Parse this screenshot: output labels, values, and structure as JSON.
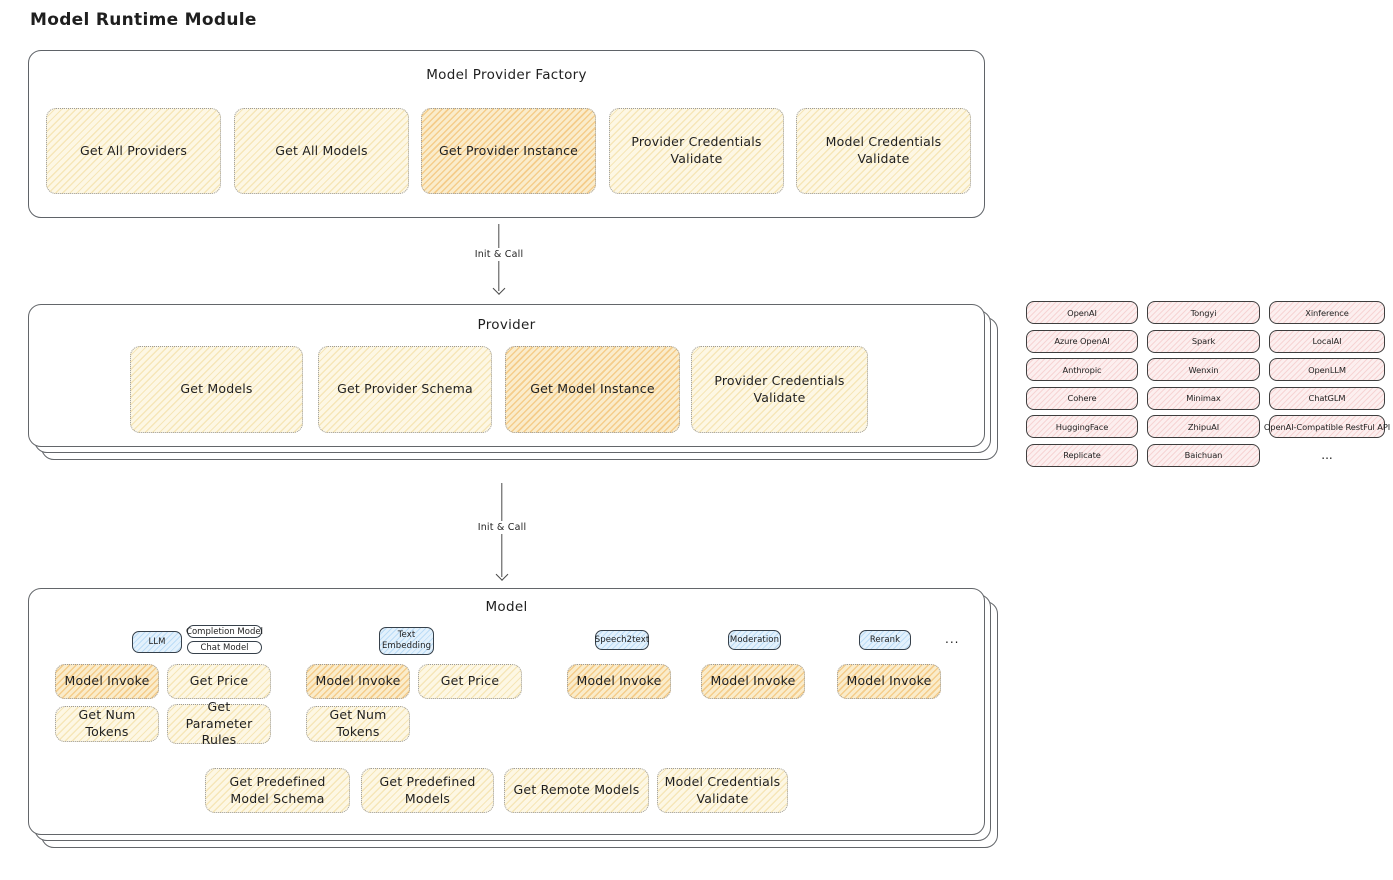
{
  "page_title": "Model Runtime Module",
  "factory": {
    "title": "Model Provider Factory",
    "items": [
      {
        "label": "Get All Providers",
        "highlight": false
      },
      {
        "label": "Get All Models",
        "highlight": false
      },
      {
        "label": "Get Provider Instance",
        "highlight": true
      },
      {
        "label": "Provider Credentials Validate",
        "highlight": false
      },
      {
        "label": "Model Credentials Validate",
        "highlight": false
      }
    ]
  },
  "arrow1": {
    "label": "Init & Call"
  },
  "arrow2": {
    "label": "Init & Call"
  },
  "provider": {
    "title": "Provider",
    "items": [
      {
        "label": "Get Models",
        "highlight": false
      },
      {
        "label": "Get Provider Schema",
        "highlight": false
      },
      {
        "label": "Get Model Instance",
        "highlight": true
      },
      {
        "label": "Provider Credentials Validate",
        "highlight": false
      }
    ]
  },
  "providers_list": {
    "items": [
      "OpenAI",
      "Tongyi",
      "Xinference",
      "Azure OpenAI",
      "Spark",
      "LocalAI",
      "Anthropic",
      "Wenxin",
      "OpenLLM",
      "Cohere",
      "Minimax",
      "ChatGLM",
      "HuggingFace",
      "ZhipuAI",
      "OpenAI-Compatible RestFul API",
      "Replicate",
      "Baichuan"
    ],
    "more": "..."
  },
  "model": {
    "title": "Model",
    "ellipsis": "...",
    "groups": [
      {
        "tab": "LLM",
        "subtypes": [
          "Completion Model",
          "Chat Model"
        ],
        "ops": [
          {
            "label": "Model Invoke",
            "highlight": true
          },
          {
            "label": "Get Price",
            "highlight": false
          },
          {
            "label": "Get Num Tokens",
            "highlight": false
          },
          {
            "label": "Get Parameter Rules",
            "highlight": false
          }
        ]
      },
      {
        "tab": "Text Embedding",
        "ops": [
          {
            "label": "Model Invoke",
            "highlight": true
          },
          {
            "label": "Get Price",
            "highlight": false
          },
          {
            "label": "Get Num Tokens",
            "highlight": false
          }
        ]
      },
      {
        "tab": "Speech2text",
        "ops": [
          {
            "label": "Model Invoke",
            "highlight": true
          }
        ]
      },
      {
        "tab": "Moderation",
        "ops": [
          {
            "label": "Model Invoke",
            "highlight": true
          }
        ]
      },
      {
        "tab": "Rerank",
        "ops": [
          {
            "label": "Model Invoke",
            "highlight": true
          }
        ]
      }
    ],
    "common_ops": [
      {
        "label": "Get Predefined Model Schema"
      },
      {
        "label": "Get Predefined Models"
      },
      {
        "label": "Get Remote Models"
      },
      {
        "label": "Model Credentials Validate"
      }
    ]
  },
  "colors": {
    "yellow_fill": "#fdf7e4",
    "orange_fill": "#faeccb",
    "blue_fill": "#e3f1fc",
    "pink_fill": "#fcefef",
    "stroke": "#3e3e3e"
  }
}
